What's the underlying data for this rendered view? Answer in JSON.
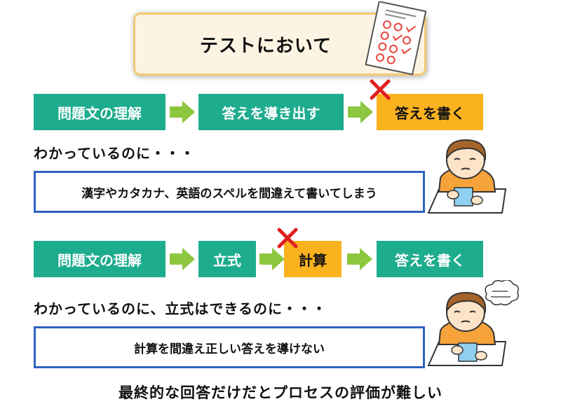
{
  "title": "テストにおいて",
  "flow1": {
    "steps": [
      "問題文の理解",
      "答えを導き出す",
      "答えを書く"
    ],
    "failed_step": "答えを書く",
    "heading": "わかっているのに・・・",
    "note": "漢字やカタカナ、英語のスペルを間違えて書いてしまう"
  },
  "flow2": {
    "steps": [
      "問題文の理解",
      "立式",
      "計算",
      "答えを書く"
    ],
    "failed_step": "計算",
    "heading": "わかっているのに、立式はできるのに・・・",
    "note": "計算を間違え正しい答えを導けない"
  },
  "summary": "最終的な回答だけだとプロセスの評価が難しい",
  "colors": {
    "teal": "#1eac8e",
    "orange": "#fbb21f",
    "arrow": "#8dc63f",
    "cross": "#e02020",
    "note_border": "#2f62c0"
  },
  "icons": [
    "test-paper-icon",
    "arrow-right-icon",
    "cross-icon",
    "child-writing-icon",
    "thought-bubble-icon"
  ]
}
